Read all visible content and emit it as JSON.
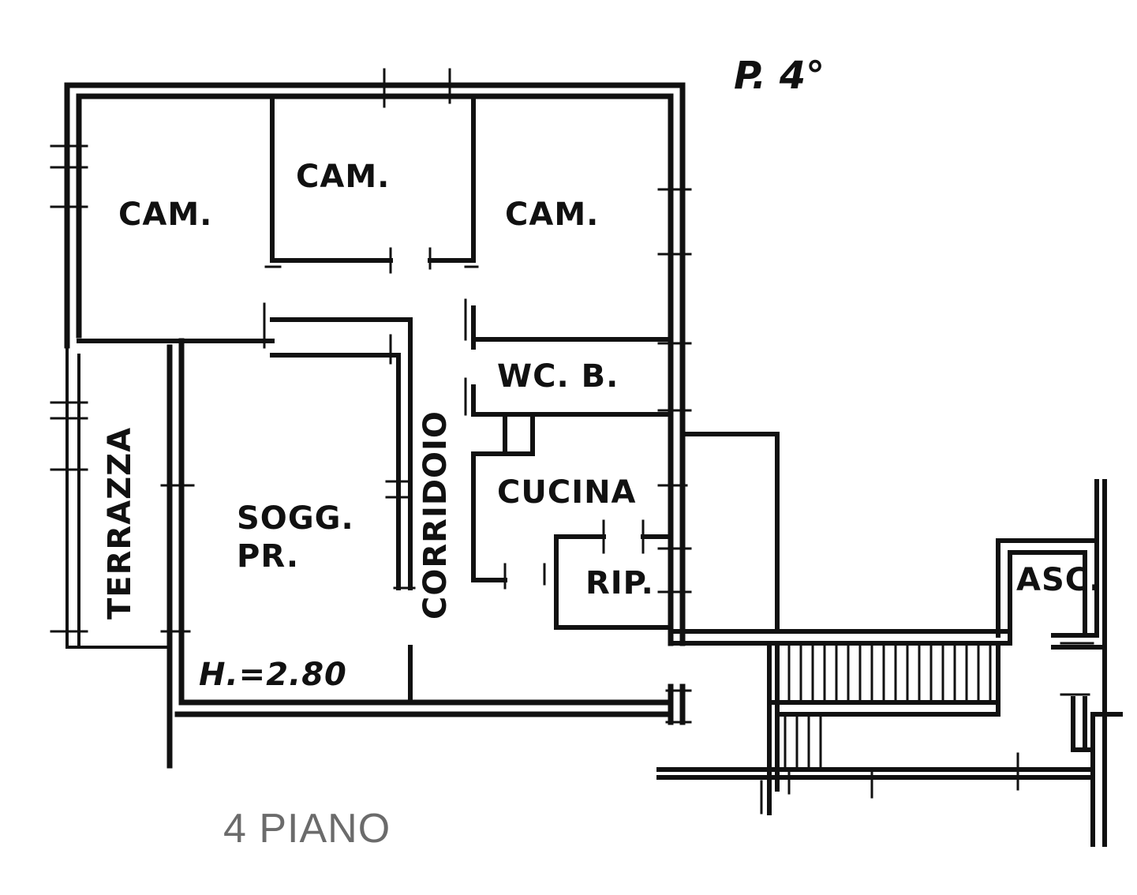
{
  "floor_marker": "P. 4°",
  "rooms": {
    "cam_left": "CAM.",
    "cam_center": "CAM.",
    "cam_right": "CAM.",
    "wc": "WC. B.",
    "cucina": "CUCINA",
    "soggiorno_line1": "SOGG.",
    "soggiorno_line2": "PR.",
    "corridoio": "CORRIDOIO",
    "terrazza": "TERRAZZA",
    "ripostiglio": "RIP.",
    "ascensore": "ASC."
  },
  "ceiling_height": "H.=2.80",
  "caption": "4 PIANO"
}
